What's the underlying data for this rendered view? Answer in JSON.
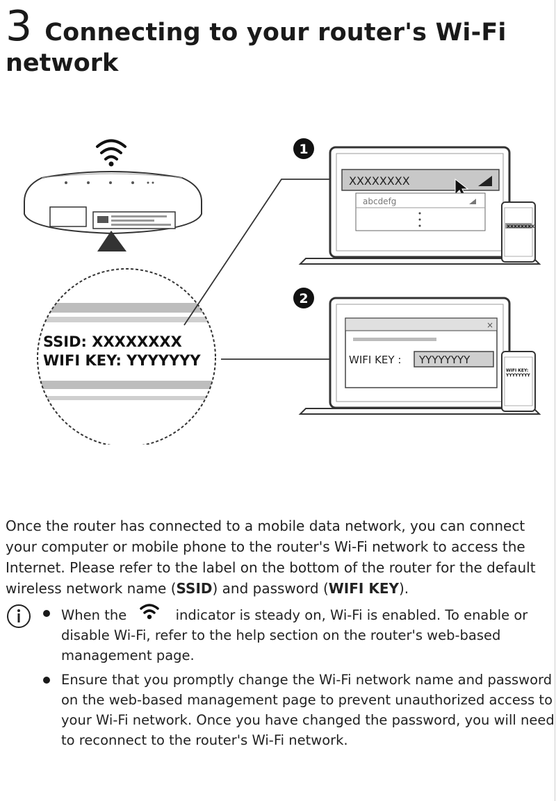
{
  "heading": {
    "step_number": "3",
    "title_line1": "Connecting to your router's Wi-Fi",
    "title_line2": "network"
  },
  "figure": {
    "step1_badge": "1",
    "step2_badge": "2",
    "label_ssid": "SSID: XXXXXXXX",
    "label_wifi_key": "WIFI KEY: YYYYYYY",
    "ssid_list_selected": "XXXXXXXX",
    "ssid_list_other": "abcdefg",
    "phone1_text": "XXXXXXXX",
    "dialog_close": "×",
    "wifi_key_field_label": "WIFI KEY :",
    "wifi_key_field_value": "YYYYYYYY",
    "phone2_text_line1": "WIFI KEY:",
    "phone2_text_line2": "YYYYYYYY"
  },
  "intro": {
    "p1": "Once the router has connected to a mobile data network, you can connect your computer or mobile phone to the router's Wi-Fi network to access the Internet. Please refer to the label on the bottom of the router for the default wireless network name (",
    "ssid": "SSID",
    "p2": ") and password (",
    "wifi_key": "WIFI KEY",
    "p3": ")."
  },
  "notes": {
    "item1_before": "When the",
    "item1_after": "indicator is steady on, Wi-Fi is enabled. To enable or disable Wi-Fi, refer to the help section on the router's web-based management page.",
    "item2": "Ensure that you promptly change the Wi-Fi network name and password on the web-based management page to prevent unauthorized access to your Wi-Fi network. Once you have changed the password, you will need to reconnect to the router's Wi-Fi network."
  }
}
